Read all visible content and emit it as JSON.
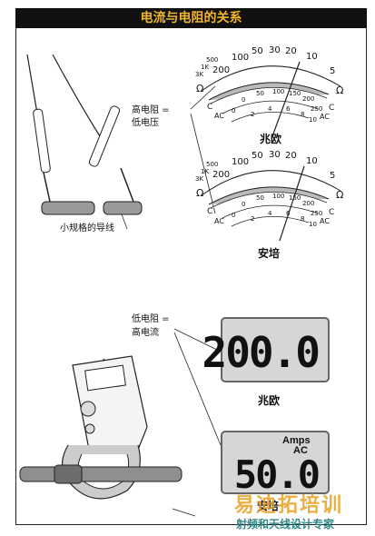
{
  "header": {
    "title": "电流与电阻的关系"
  },
  "labels": {
    "high_resistance": "高电阻 =",
    "low_voltage": "低电压",
    "small_wire": "小规格的导线",
    "low_resistance": "低电阻 =",
    "high_current": "高电流"
  },
  "meter_top": {
    "unit": "兆欧",
    "outer_ticks": [
      "200",
      "100",
      "50",
      "30",
      "20",
      "10",
      "5"
    ],
    "side_ticks": [
      "500",
      "1K",
      "3K"
    ],
    "mid_ticks": [
      "0",
      "50",
      "100",
      "150",
      "200",
      "250"
    ],
    "inner_ticks": [
      "0",
      "2",
      "4",
      "6",
      "8",
      "10"
    ],
    "left_marks": [
      "Ω",
      "C",
      "AC"
    ],
    "right_marks": [
      "Ω",
      "C",
      "AC"
    ]
  },
  "meter_bottom": {
    "unit": "安培",
    "outer_ticks": [
      "200",
      "100",
      "50",
      "30",
      "20",
      "10",
      "5"
    ],
    "side_ticks": [
      "500",
      "1K",
      "3K"
    ],
    "mid_ticks": [
      "0",
      "50",
      "100",
      "150",
      "200",
      "250"
    ],
    "inner_ticks": [
      "0",
      "2",
      "4",
      "6",
      "8",
      "10"
    ],
    "left_marks": [
      "Ω",
      "C",
      "AC"
    ],
    "right_marks": [
      "Ω",
      "C",
      "AC"
    ]
  },
  "display_top": {
    "value": "200.0",
    "unit": "兆欧"
  },
  "display_bottom": {
    "value": "50.0",
    "label_line1": "Amps",
    "label_line2": "AC",
    "unit": "安培"
  },
  "watermark": {
    "line1": "易迪拓培训",
    "line2": "射频和天线设计专家"
  }
}
